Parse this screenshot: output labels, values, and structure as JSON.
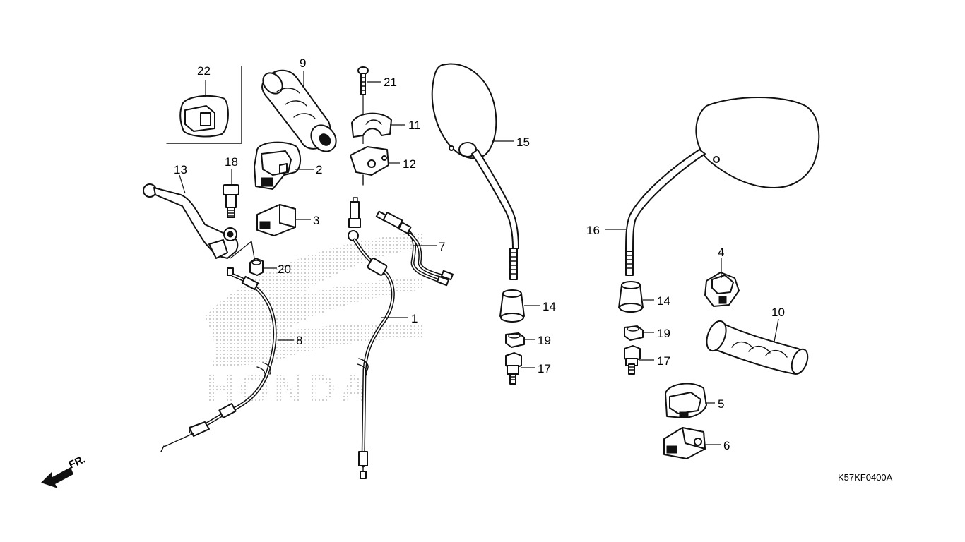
{
  "diagram": {
    "callouts": {
      "c1": "1",
      "c2": "2",
      "c3": "3",
      "c4": "4",
      "c5": "5",
      "c6": "6",
      "c7": "7",
      "c8": "8",
      "c9": "9",
      "c10": "10",
      "c11": "11",
      "c12": "12",
      "c13": "13",
      "c14a": "14",
      "c14b": "14",
      "c15": "15",
      "c16": "16",
      "c17a": "17",
      "c17b": "17",
      "c18": "18",
      "c19a": "19",
      "c19b": "19",
      "c20": "20",
      "c21": "21",
      "c22": "22"
    },
    "watermark": "HONDA",
    "direction_label": "FR.",
    "reference_code": "K57KF0400A",
    "colors": {
      "line": "#111111",
      "background": "#ffffff",
      "watermark_dots": "#bfbfbf"
    }
  }
}
